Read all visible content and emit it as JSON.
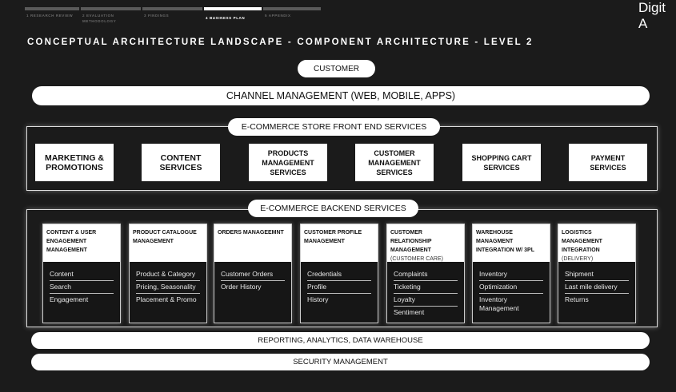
{
  "nav": {
    "steps": [
      {
        "label": "1 RESEARCH REVIEW",
        "active": false
      },
      {
        "label": "2 EVALUATION METHODOLOGY",
        "active": false
      },
      {
        "label": "3 FINDINGS",
        "active": false
      },
      {
        "label": "4 BUSINESS PLAN",
        "active": true
      },
      {
        "label": "5 APPENDIX",
        "active": false
      }
    ]
  },
  "logo": "Digit A",
  "title": "CONCEPTUAL ARCHITECTURE LANDSCAPE - COMPONENT ARCHITECTURE - LEVEL 2",
  "customer": "CUSTOMER",
  "channel": "CHANNEL MANAGEMENT (WEB, MOBILE, APPS)",
  "frontend": {
    "label": "E-COMMERCE STORE FRONT END SERVICES",
    "services": [
      "MARKETING & PROMOTIONS",
      "CONTENT SERVICES",
      "PRODUCTS MANAGEMENT SERVICES",
      "CUSTOMER MANAGEMENT SERVICES",
      "SHOPPING CART SERVICES",
      "PAYMENT SERVICES"
    ]
  },
  "backend": {
    "label": "E-COMMERCE BACKEND SERVICES",
    "services": [
      {
        "title": "CONTENT & USER ENGAGEMENT MANAGEMENT",
        "sub": "",
        "items": [
          "Content",
          "Search",
          "Engagement"
        ]
      },
      {
        "title": "PRODUCT CATALOGUE MANAGEMENT",
        "sub": "",
        "items": [
          "Product & Category",
          "Pricing, Seasonality",
          "Placement & Promo"
        ]
      },
      {
        "title": "ORDERS MANAGEEMNT",
        "sub": "",
        "items": [
          "Customer Orders",
          "Order History"
        ]
      },
      {
        "title": "CUSTOMER PROFILE MANAGEMENT",
        "sub": "",
        "items": [
          "Credentials",
          "Profile",
          "History"
        ]
      },
      {
        "title": "CUSTOMER RELATIONSHIP MANAGEMENT",
        "sub": "(CUSTOMER CARE)",
        "items": [
          "Complaints",
          "Ticketing",
          "Loyalty",
          "Sentiment"
        ]
      },
      {
        "title": "WAREHOUSE MANAGMENT INTEGRATION W/ 3PL",
        "sub": "",
        "items": [
          "Inventory",
          "Optimization",
          "Inventory Management"
        ]
      },
      {
        "title": "LOGISTICS MANAGEMENT INTEGRATION",
        "sub": "(DELIVERY)",
        "items": [
          "Shipment",
          "Last mile delivery",
          "Returns"
        ]
      }
    ]
  },
  "reporting": "REPORTING, ANALYTICS, DATA WAREHOUSE",
  "security": "SECURITY MANAGEMENT"
}
